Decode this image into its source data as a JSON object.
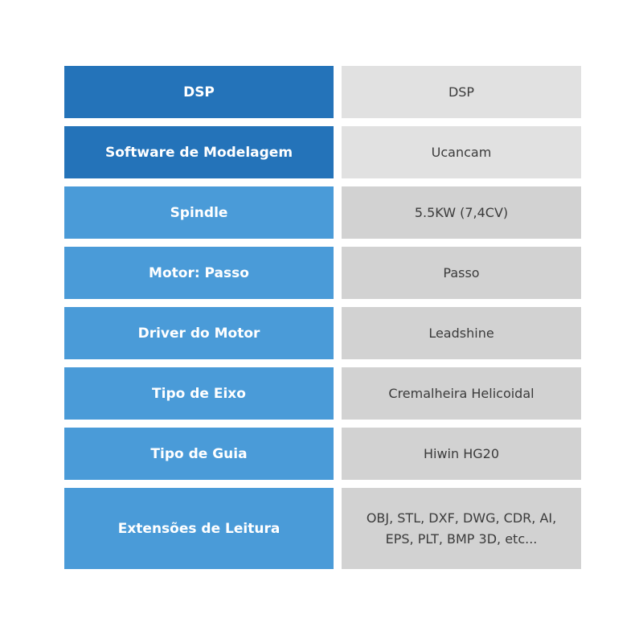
{
  "specs": [
    {
      "label": "DSP",
      "value": "DSP"
    },
    {
      "label": "Software de Modelagem",
      "value": "Ucancam"
    },
    {
      "label": "Spindle",
      "value": "5.5KW (7,4CV)"
    },
    {
      "label": "Motor: Passo",
      "value": "Passo"
    },
    {
      "label": "Driver do Motor",
      "value": "Leadshine"
    },
    {
      "label": "Tipo de Eixo",
      "value": "Cremalheira Helicoidal"
    },
    {
      "label": "Tipo de Guia",
      "value": "Hiwin HG20"
    },
    {
      "label": "Extensões de Leitura",
      "value_line1": "OBJ, STL, DXF, DWG, CDR, AI,",
      "value_line2": "EPS, PLT, BMP 3D, etc..."
    }
  ],
  "colors": {
    "label_dark": "#2473b9",
    "label_light": "#4a9bd8",
    "value_pale": "#e1e1e1",
    "value_mid": "#d2d2d2"
  }
}
